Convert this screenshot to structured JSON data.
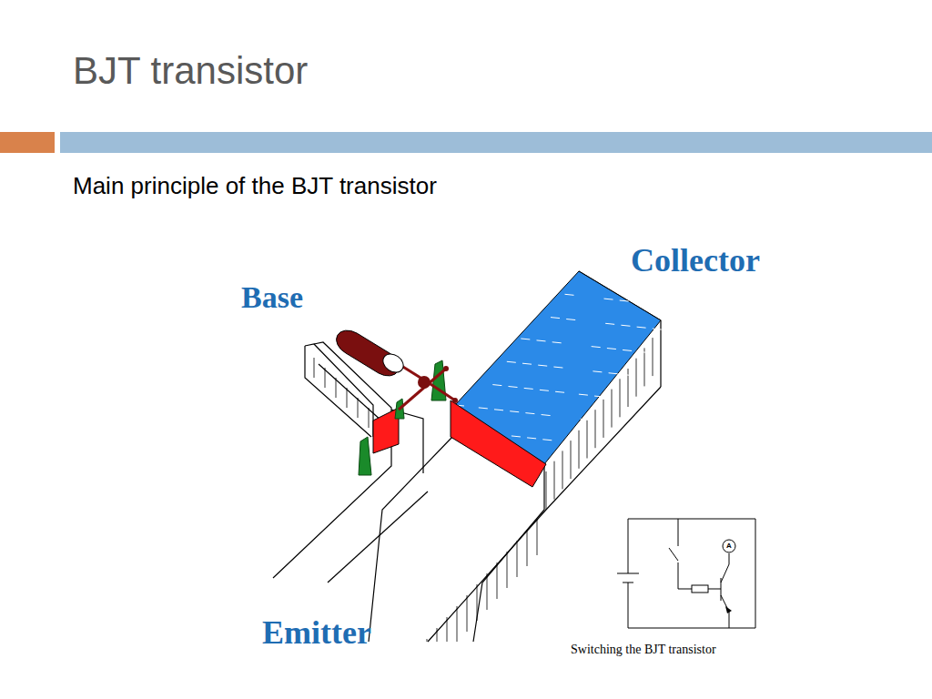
{
  "diagram": {
    "title": "BJT transistor",
    "caption": "Switching the BJT transistor",
    "labels": [
      "Main principle of the BJT transistor",
      "Base",
      "Collector",
      "Emitter",
      "A"
    ]
  }
}
